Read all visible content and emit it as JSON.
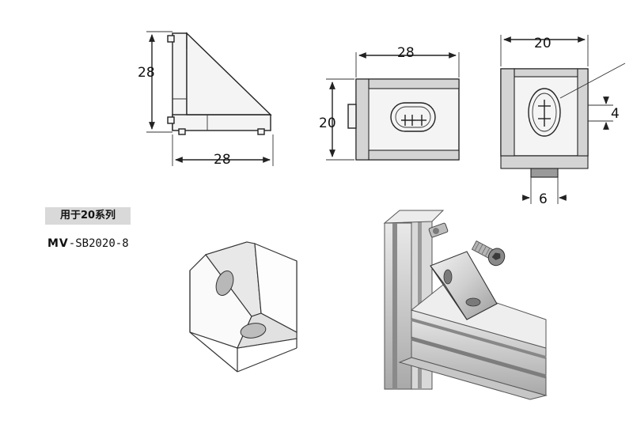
{
  "dimensions": {
    "side_view": {
      "height": "28",
      "width": "28"
    },
    "front_view": {
      "width": "28",
      "height": "20"
    },
    "end_view": {
      "width": "20",
      "slot_width": "4",
      "tab_width": "6"
    }
  },
  "series_label": "用于20系列",
  "model": {
    "prefix": "MV",
    "code": "-SB2020-8"
  }
}
